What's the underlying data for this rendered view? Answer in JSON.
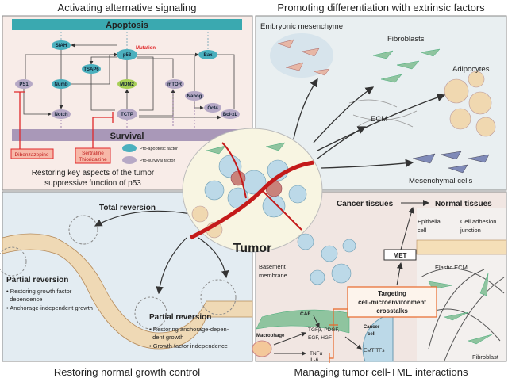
{
  "titles": {
    "top_left": "Activating alternative signaling",
    "top_right": "Promoting differentiation with extrinsic factors",
    "bottom_left": "Restoring normal growth control",
    "bottom_right": "Managing tumor cell-TME interactions"
  },
  "center": {
    "label": "Tumor"
  },
  "pathway": {
    "apoptosis": "Apoptosis",
    "survival": "Survival",
    "mutation": "Mutation",
    "nodes": {
      "siah": "SIAH",
      "p53": "p53",
      "bax": "Bax",
      "tsap6": "TSAP6",
      "ps1": "PS1",
      "numb": "Numb",
      "mdm2": "MDM2",
      "mtor": "mTOR",
      "nanog": "Nanog",
      "oct4": "Oct4",
      "notch": "Notch",
      "tctp": "TCTP",
      "bclxl": "Bcl-xL"
    },
    "drugs": {
      "d1": "Dibenzazepine",
      "d2a": "Sertraline",
      "d2b": "Thioridazine"
    },
    "legend": {
      "pro_apoptotic": "Pro-apoptotic factor",
      "pro_survival": "Pro-survival factor"
    },
    "caption": [
      "Restoring key aspects of the tumor",
      "suppressive function of p53"
    ],
    "colors": {
      "apoptosis": "#3aa9b0",
      "survival": "#a998b8",
      "inhibitor": "#e0282a",
      "pro_apoptotic": "#4bb0be",
      "pro_survival": "#b6a9c6",
      "mdm2": "#a8cf58"
    }
  },
  "differentiation": {
    "embryonic": "Embryonic mesenchyme",
    "fibroblasts": "Fibroblasts",
    "adipocytes": "Adipocytes",
    "ecm": "ECM",
    "mesenchymal": "Mesenchymal cells"
  },
  "reversion": {
    "total": "Total reversion",
    "partial1": {
      "title": "Partial reversion",
      "bullets": [
        "• Restoring growth factor",
        "  dependence",
        "• Anchorage-independent growth"
      ]
    },
    "partial2": {
      "title": "Partial reversion",
      "bullets": [
        "• Restoring anchorage-depen-",
        "  dent growth",
        "• Growth factor independence"
      ]
    }
  },
  "tme": {
    "cancer_tissues": "Cancer tissues",
    "normal_tissues": "Normal tissues",
    "epithelial": [
      "Epithelial",
      "cell"
    ],
    "junction": [
      "Cell adhesion",
      "junction"
    ],
    "met": "MET",
    "basement": [
      "Basement",
      "membrane"
    ],
    "elastic": "Elastic ECM",
    "targeting": [
      "Targeting",
      "cell-microenvironment",
      "crosstalks"
    ],
    "caf": "CAF",
    "macrophage": "Macrophage",
    "factors1": "TGFβ, PDGF,",
    "factors2": "EGF, HGF",
    "tnf": "TNFα",
    "il6": "IL-6",
    "cancer_cell": [
      "Cancer",
      "cell"
    ],
    "emt": "EMT TFs",
    "fibroblast": "Fibroblast"
  }
}
